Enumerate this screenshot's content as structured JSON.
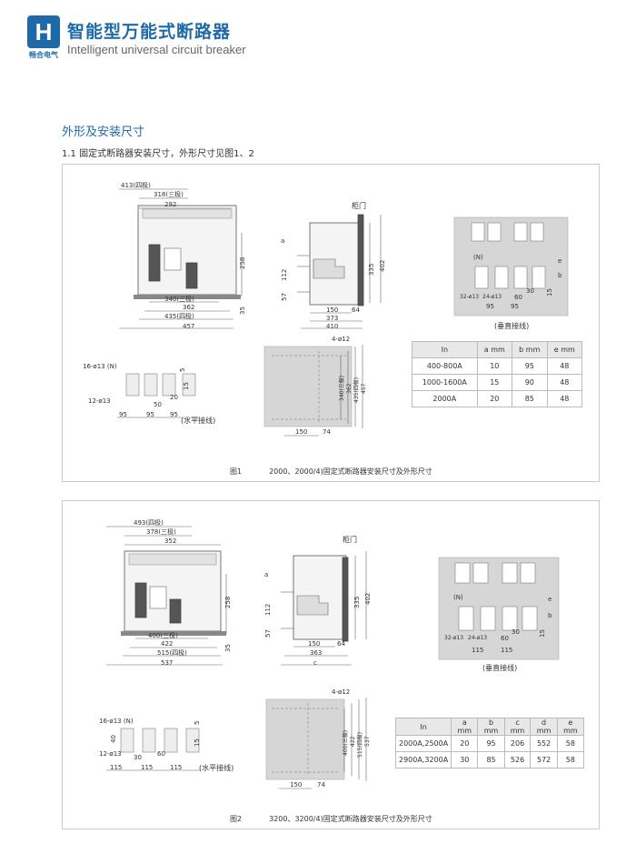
{
  "header": {
    "logo_letter": "H",
    "logo_sub": "畅合电气",
    "title_cn": "智能型万能式断路器",
    "title_en": "Intelligent universal circuit breaker"
  },
  "section": {
    "title": "外形及安装尺寸",
    "subtitle": "1.1 固定式断路器安装尺寸，外形尺寸见图1、2"
  },
  "figure1": {
    "front_dims": [
      "413(四极)",
      "318(三极)",
      "292",
      "258",
      "340(三极)",
      "362",
      "435(四极)",
      "457",
      "35"
    ],
    "side_labels": [
      "柜门",
      "a",
      "112",
      "57",
      "335",
      "402",
      "150",
      "64",
      "373",
      "410"
    ],
    "vertical_label": "(垂直接线)",
    "vert_dims": [
      "(N)",
      "32-ø13",
      "24-ø13",
      "95",
      "95",
      "60",
      "30",
      "15",
      "b",
      "e"
    ],
    "horiz_dims": [
      "16-ø13 (N)",
      "12-ø13",
      "95",
      "95",
      "95",
      "50",
      "20",
      "15",
      "5"
    ],
    "horizontal_label": "(水平接线)",
    "mount_dims": [
      "4-ø12",
      "340(三极)",
      "362",
      "435(四极)",
      "457",
      "150",
      "74"
    ],
    "table": {
      "headers": [
        "In",
        "a mm",
        "b mm",
        "e mm"
      ],
      "rows": [
        [
          "400-800A",
          "10",
          "95",
          "48"
        ],
        [
          "1000-1600A",
          "15",
          "90",
          "48"
        ],
        [
          "2000A",
          "20",
          "85",
          "48"
        ]
      ]
    },
    "caption_num": "图1",
    "caption_text": "2000、2000/4)固定式断路器安装尺寸及外形尺寸"
  },
  "figure2": {
    "front_dims": [
      "493(四极)",
      "378(三极)",
      "352",
      "258",
      "400(三极)",
      "422",
      "515(四极)",
      "537",
      "35"
    ],
    "side_labels": [
      "柜门",
      "a",
      "112",
      "57",
      "335",
      "402",
      "150",
      "64",
      "363",
      "c"
    ],
    "vertical_label": "(垂直接线)",
    "vert_dims": [
      "(N)",
      "32-ø13",
      "24-ø13",
      "115",
      "115",
      "60",
      "30",
      "15",
      "b",
      "e"
    ],
    "horiz_dims": [
      "16-ø13 (N)",
      "12-ø13",
      "115",
      "115",
      "115",
      "30",
      "40",
      "60",
      "15",
      "5"
    ],
    "horizontal_label": "(水平接线)",
    "mount_dims": [
      "4-ø12",
      "400(三极)",
      "422",
      "515(四极)",
      "537",
      "150",
      "74"
    ],
    "table": {
      "headers": [
        "In",
        "a mm",
        "b mm",
        "c mm",
        "d mm",
        "e mm"
      ],
      "rows": [
        [
          "2000A,2500A",
          "20",
          "95",
          "206",
          "552",
          "58"
        ],
        [
          "2900A,3200A",
          "30",
          "85",
          "526",
          "572",
          "58"
        ]
      ]
    },
    "caption_num": "图2",
    "caption_text": "3200、3200/4)固定式断路器安装尺寸及外形尺寸"
  },
  "colors": {
    "brand": "#1e6aa9",
    "panel_border": "#c9c9c9",
    "terminal_bg": "#d6d6d6"
  }
}
